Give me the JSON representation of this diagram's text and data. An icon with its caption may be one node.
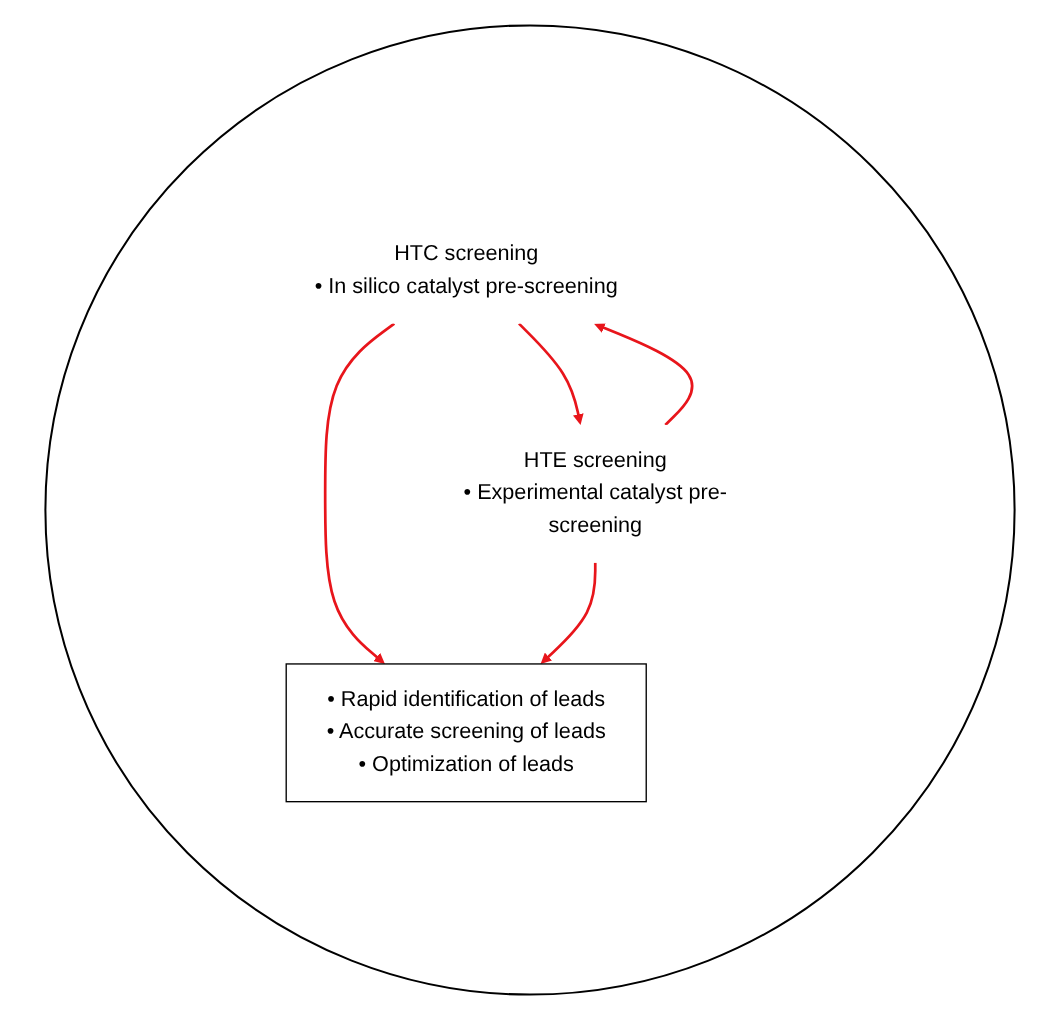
{
  "diagram": {
    "nodes": [
      {
        "text": [],
        "shape": "circle"
      },
      {
        "text": [
          "HTC screening",
          "• In silico catalyst pre-screening"
        ],
        "in": 0
      },
      {
        "text": [
          "• Rapid identification of leads",
          "• Accurate screening of leads",
          "• Optimization of leads"
        ],
        "in": 0
      },
      {
        "text": [
          "HTE screening",
          "• Experimental catalyst pre-screening"
        ],
        "in": 0
      }
    ],
    "edges": [
      {
        "from": 1,
        "to": 2,
        "arrow": "to",
        "color": "#e8151b"
      },
      {
        "from": 3,
        "to": 2,
        "arrow": "to",
        "color": "#e8151b"
      },
      {
        "from": 3,
        "to": 1,
        "arrow": "to",
        "color": "#e8151b"
      },
      {
        "from": 1,
        "to": 3,
        "arrow": "to",
        "color": "#e8151b"
      }
    ]
  }
}
